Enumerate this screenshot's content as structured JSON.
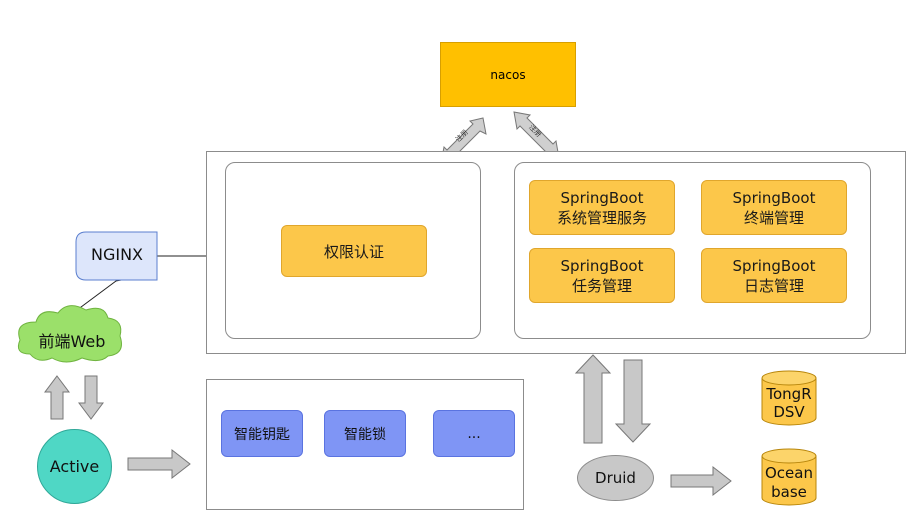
{
  "nacos": {
    "label": "nacos",
    "register_left": "注册",
    "register_right": "注册"
  },
  "gateway": {
    "nginx": "NGINX",
    "frontend": "前端Web",
    "active": "Active"
  },
  "auth": {
    "label": "权限认证"
  },
  "services": [
    {
      "line1": "SpringBoot",
      "line2": "系统管理服务"
    },
    {
      "line1": "SpringBoot",
      "line2": "终端管理"
    },
    {
      "line1": "SpringBoot",
      "line2": "任务管理"
    },
    {
      "line1": "SpringBoot",
      "line2": "日志管理"
    }
  ],
  "devices": [
    {
      "label": "智能钥匙"
    },
    {
      "label": "智能锁"
    },
    {
      "label": "..."
    }
  ],
  "data_layer": {
    "druid": "Druid",
    "db1_line1": "TongR",
    "db1_line2": "DSV",
    "db2_line1": "Ocean",
    "db2_line2": "base"
  },
  "colors": {
    "orange": "#fcc74a",
    "blue": "#7f95f5",
    "green": "#9be06a",
    "teal": "#4fd7c5",
    "gray": "#c8c8c8",
    "nginx": "#dde6fb"
  }
}
